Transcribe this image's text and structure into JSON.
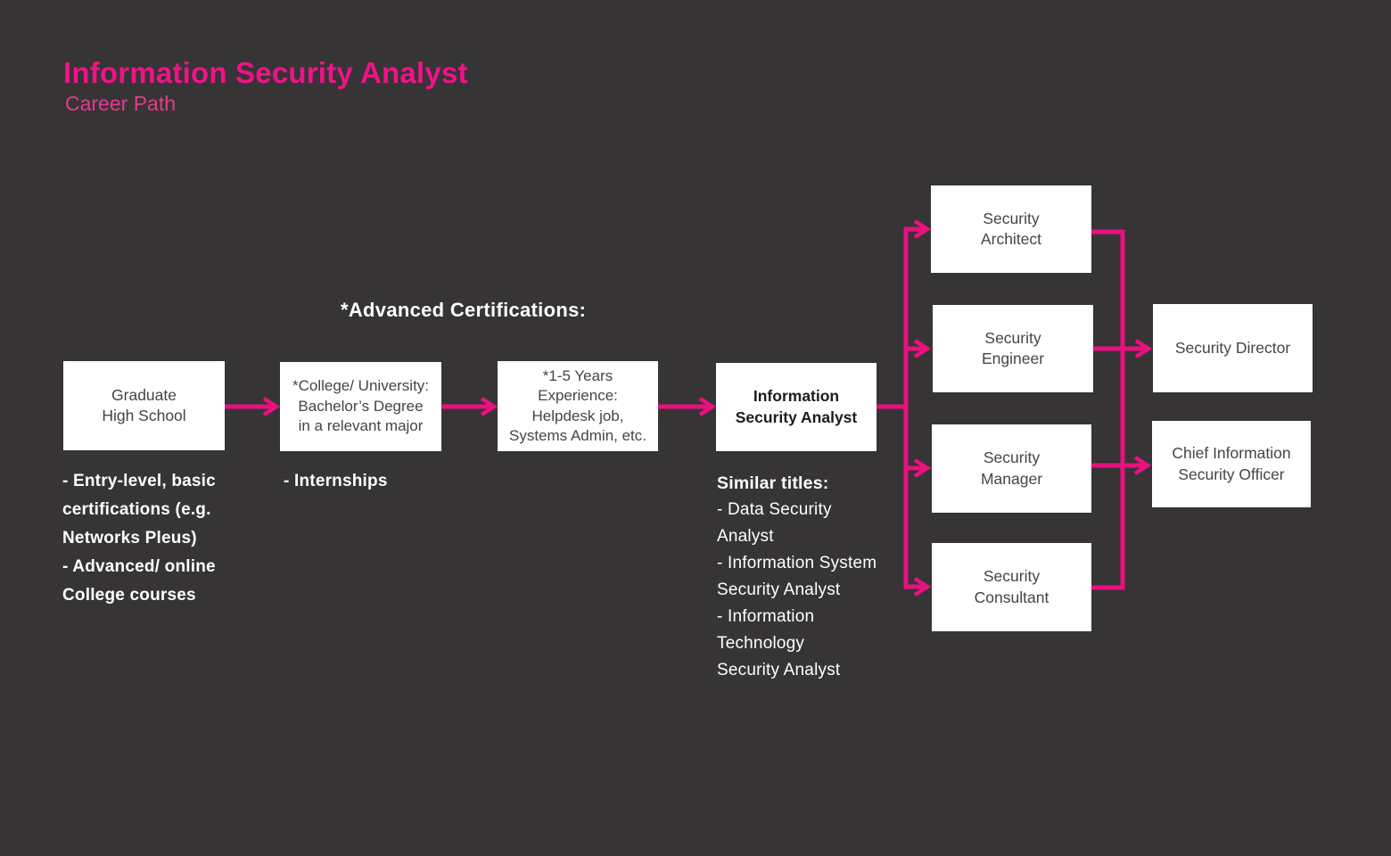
{
  "header": {
    "title": "Information Security Analyst",
    "subtitle": "Career Path"
  },
  "section_heading": "*Advanced Certifications:",
  "colors": {
    "background": "#373435",
    "accent": "#e9107f",
    "title": "#f01288",
    "subtitle": "#e23b8e",
    "box_bg": "#ffffff",
    "box_text": "#454545",
    "note_text": "#ffffff"
  },
  "nodes": {
    "graduate": {
      "label": "Graduate\nHigh School"
    },
    "college": {
      "label": "*College/ University:\nBachelor’s Degree\nin a relevant major"
    },
    "experience": {
      "label": "*1-5 Years\nExperience:\nHelpdesk job,\nSystems Admin, etc."
    },
    "analyst": {
      "label": "Information\nSecurity Analyst"
    },
    "architect": {
      "label": "Security\nArchitect"
    },
    "engineer": {
      "label": "Security\nEngineer"
    },
    "manager": {
      "label": "Security\nManager"
    },
    "consultant": {
      "label": "Security\nConsultant"
    },
    "director": {
      "label": "Security Director"
    },
    "ciso": {
      "label": "Chief Information\nSecurity Officer"
    }
  },
  "notes": {
    "graduate": "- Entry-level, basic\ncertifications (e.g.\nNetworks Pleus)\n- Advanced/ online\nCollege courses",
    "college": "- Internships",
    "similar_heading": "Similar titles:",
    "similar_body": "- Data Security\nAnalyst\n- Information System\nSecurity Analyst\n- Information\nTechnology\nSecurity Analyst"
  },
  "edges": [
    {
      "from": "graduate",
      "to": "college"
    },
    {
      "from": "college",
      "to": "experience"
    },
    {
      "from": "experience",
      "to": "analyst"
    },
    {
      "from": "analyst",
      "to": "architect"
    },
    {
      "from": "analyst",
      "to": "engineer"
    },
    {
      "from": "analyst",
      "to": "manager"
    },
    {
      "from": "analyst",
      "to": "consultant"
    },
    {
      "from": "architect",
      "to": "director"
    },
    {
      "from": "engineer",
      "to": "director"
    },
    {
      "from": "manager",
      "to": "ciso"
    },
    {
      "from": "consultant",
      "to": "ciso"
    }
  ]
}
